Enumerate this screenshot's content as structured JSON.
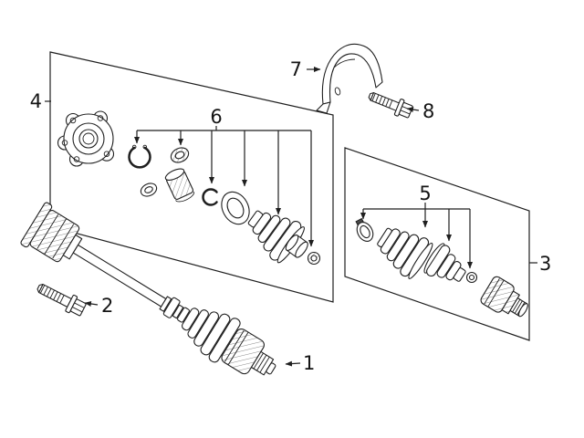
{
  "figure": {
    "background": "#ffffff",
    "line_color": "#1f1f1f",
    "callouts": [
      {
        "label": "1"
      },
      {
        "label": "2"
      },
      {
        "label": "3"
      },
      {
        "label": "4"
      },
      {
        "label": "5"
      },
      {
        "label": "6"
      },
      {
        "label": "7"
      },
      {
        "label": "8"
      }
    ]
  }
}
